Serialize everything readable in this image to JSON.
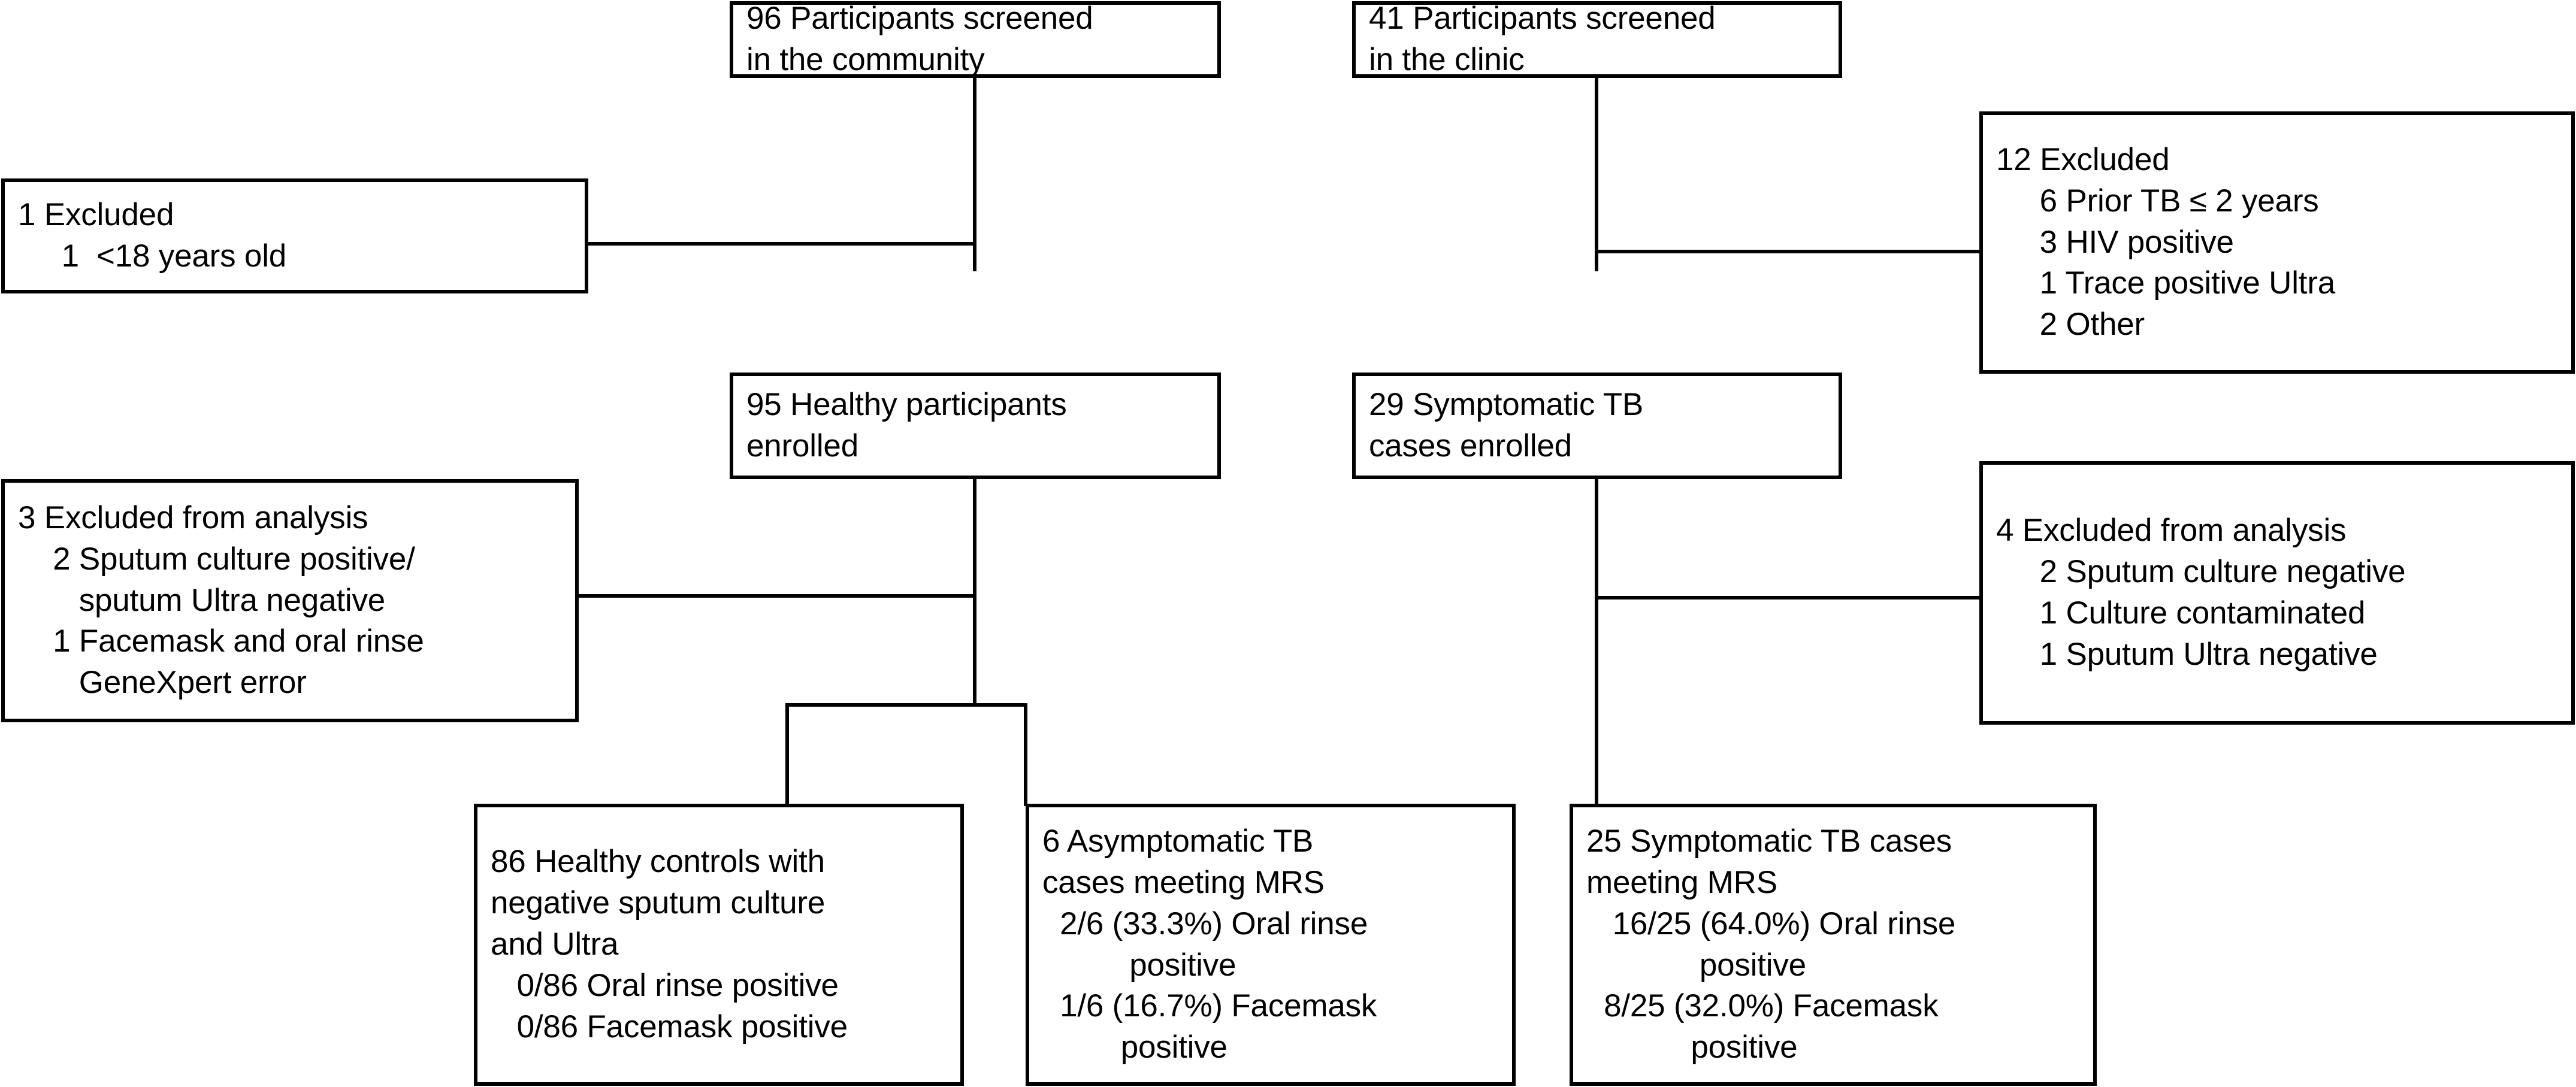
{
  "diagram": {
    "type": "participant-flow-diagram",
    "title": "TB study participant flow",
    "line_color": "#000000",
    "box_fill": "#ffffff",
    "nodes": [
      {
        "id": "screened-community",
        "label": "96 Participants screened in the community",
        "text": "96 Participants screened\nin the community",
        "count": 96
      },
      {
        "id": "screened-clinic",
        "label": "41 Participants screened in the clinic",
        "text": "41 Participants screened\nin the clinic",
        "count": 41
      },
      {
        "id": "excluded-community",
        "label": "1 Excluded",
        "text": "1 Excluded\n     1  <18 years old",
        "count": 1
      },
      {
        "id": "excluded-clinic",
        "label": "12 Excluded",
        "text": "12 Excluded\n     6 Prior TB ≤ 2 years\n     3 HIV positive\n     1 Trace positive Ultra\n     2 Other",
        "count": 12
      },
      {
        "id": "healthy-enrolled",
        "label": "95 Healthy participants enrolled",
        "text": "95 Healthy participants\nenrolled",
        "count": 95
      },
      {
        "id": "symptomatic-enrolled",
        "label": "29 Symptomatic TB cases enrolled",
        "text": "29 Symptomatic TB\ncases enrolled",
        "count": 29
      },
      {
        "id": "excluded-analysis-left",
        "label": "3 Excluded from analysis",
        "text": "3 Excluded from analysis\n    2 Sputum culture positive/\n       sputum Ultra negative\n    1 Facemask and oral rinse\n       GeneXpert error",
        "count": 3
      },
      {
        "id": "excluded-analysis-right",
        "label": "4 Excluded from analysis",
        "text": "4 Excluded from analysis\n     2 Sputum culture negative\n     1 Culture contaminated\n     1 Sputum Ultra negative",
        "count": 4
      },
      {
        "id": "healthy-controls",
        "label": "86 Healthy controls with negative sputum culture and Ultra",
        "text": "86 Healthy controls with\nnegative sputum culture\nand Ultra\n   0/86 Oral rinse positive\n   0/86 Facemask positive",
        "count": 86
      },
      {
        "id": "asymptomatic-mrs",
        "label": "6 Asymptomatic TB cases meeting MRS",
        "text": "6 Asymptomatic TB\ncases meeting MRS\n  2/6 (33.3%) Oral rinse\n          positive\n  1/6 (16.7%) Facemask\n         positive",
        "count": 6
      },
      {
        "id": "symptomatic-mrs",
        "label": "25 Symptomatic TB cases meeting MRS",
        "text": "25 Symptomatic TB cases\nmeeting MRS\n   16/25 (64.0%) Oral rinse\n             positive\n  8/25 (32.0%) Facemask\n            positive",
        "count": 25
      }
    ],
    "results": {
      "healthy_controls": {
        "n": 86,
        "oral_rinse_positive": "0/86",
        "facemask_positive": "0/86"
      },
      "asymptomatic": {
        "n": 6,
        "oral_rinse_positive": "2/6",
        "oral_rinse_percent": "33.3%",
        "facemask_positive": "1/6",
        "facemask_percent": "16.7%"
      },
      "symptomatic": {
        "n": 25,
        "oral_rinse_positive": "16/25",
        "oral_rinse_percent": "64.0%",
        "facemask_positive": "8/25",
        "facemask_percent": "32.0%"
      }
    }
  }
}
